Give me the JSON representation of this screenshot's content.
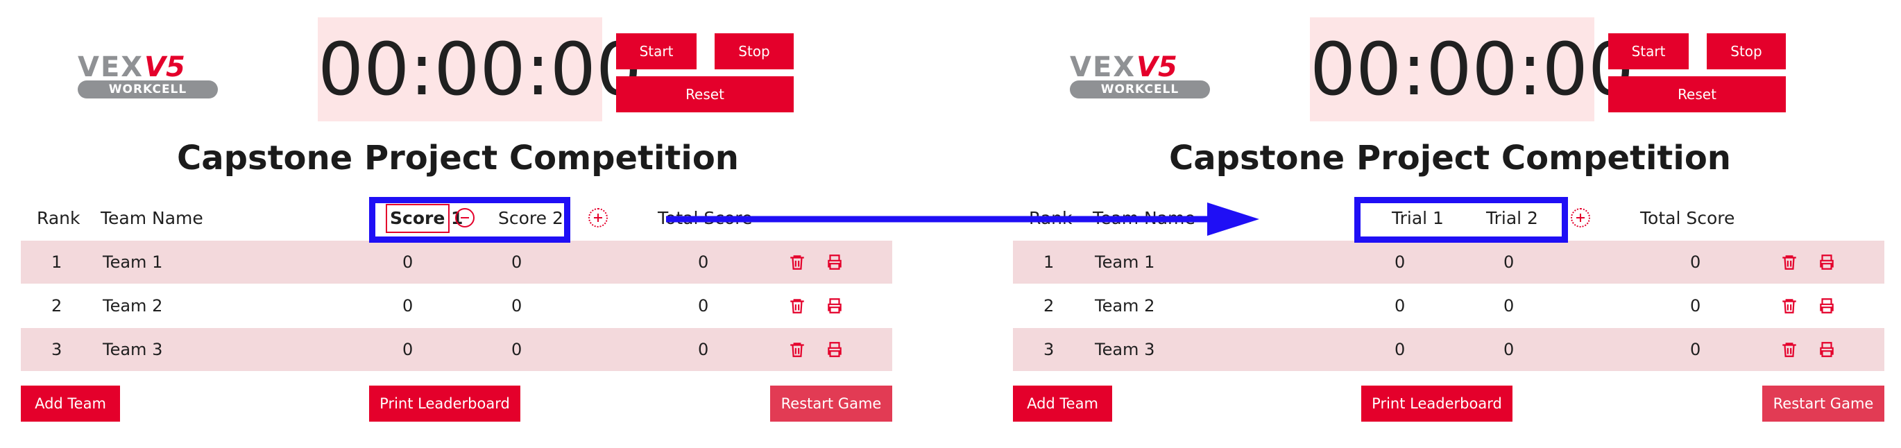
{
  "logo": {
    "vex": "VEX",
    "v5": "V5",
    "workcell": "WORKCELL"
  },
  "timer": "00:00:00",
  "controls": {
    "start": "Start",
    "stop": "Stop",
    "reset": "Reset"
  },
  "title": "Capstone Project Competition",
  "left": {
    "headers": {
      "rank": "Rank",
      "team": "Team Name",
      "score1": "Score 1",
      "score2": "Score 2",
      "total": "Total Score"
    }
  },
  "right": {
    "headers": {
      "rank": "Rank",
      "team": "Team Name",
      "score1": "Trial 1",
      "score2": "Trial 2",
      "total": "Total Score"
    }
  },
  "rows": [
    {
      "rank": "1",
      "team": "Team 1",
      "s1": "0",
      "s2": "0",
      "total": "0"
    },
    {
      "rank": "2",
      "team": "Team 2",
      "s1": "0",
      "s2": "0",
      "total": "0"
    },
    {
      "rank": "3",
      "team": "Team 3",
      "s1": "0",
      "s2": "0",
      "total": "0"
    }
  ],
  "bottom": {
    "add_team": "Add Team",
    "print": "Print Leaderboard",
    "restart": "Restart Game"
  },
  "icons": {
    "delete": "trash-icon",
    "print": "printer-icon",
    "minus": "minus-circle-icon",
    "plus": "plus-circle-icon"
  },
  "colors": {
    "accent": "#e4002b",
    "row_shade": "#f3d9dc",
    "timer_bg": "#fde5e6",
    "annotation": "#1f0ff5"
  }
}
